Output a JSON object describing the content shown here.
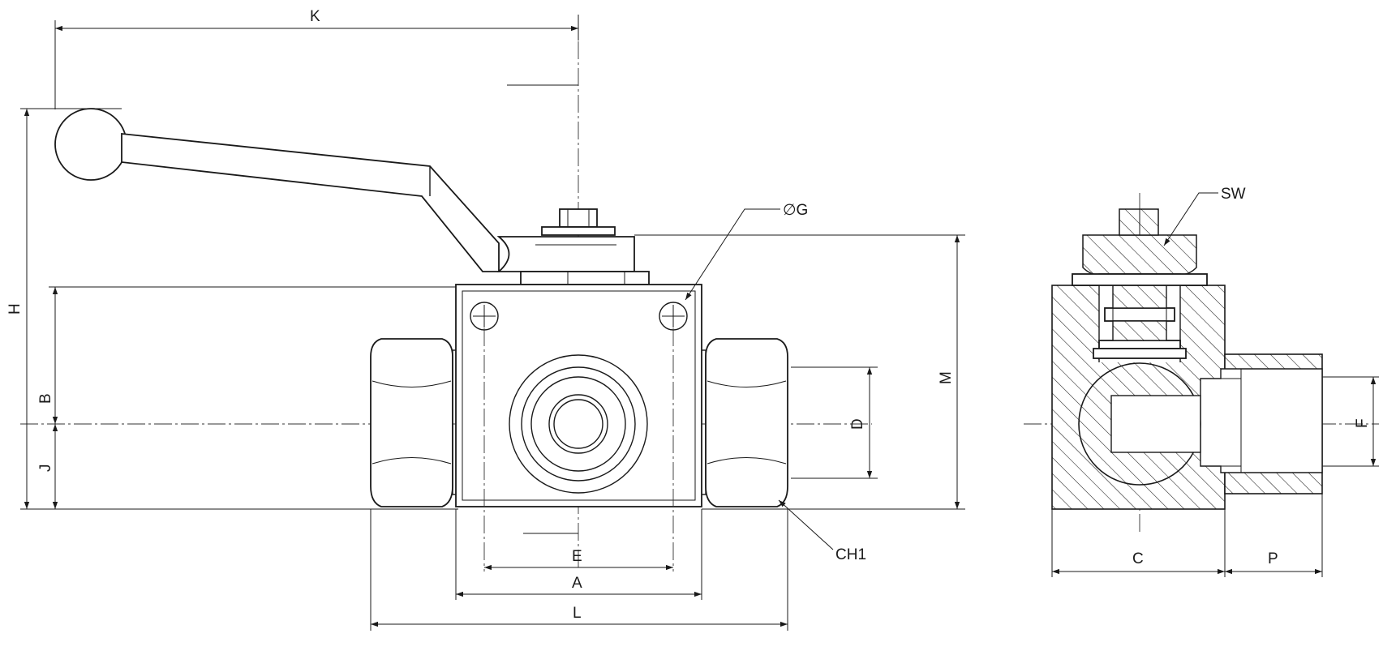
{
  "labels": {
    "K": "K",
    "H": "H",
    "B": "B",
    "J": "J",
    "G": "∅G",
    "M": "M",
    "D": "D",
    "E": "E",
    "A": "A",
    "L": "L",
    "CH1": "CH1",
    "SW": "SW",
    "C": "C",
    "P": "P",
    "F": "F"
  }
}
